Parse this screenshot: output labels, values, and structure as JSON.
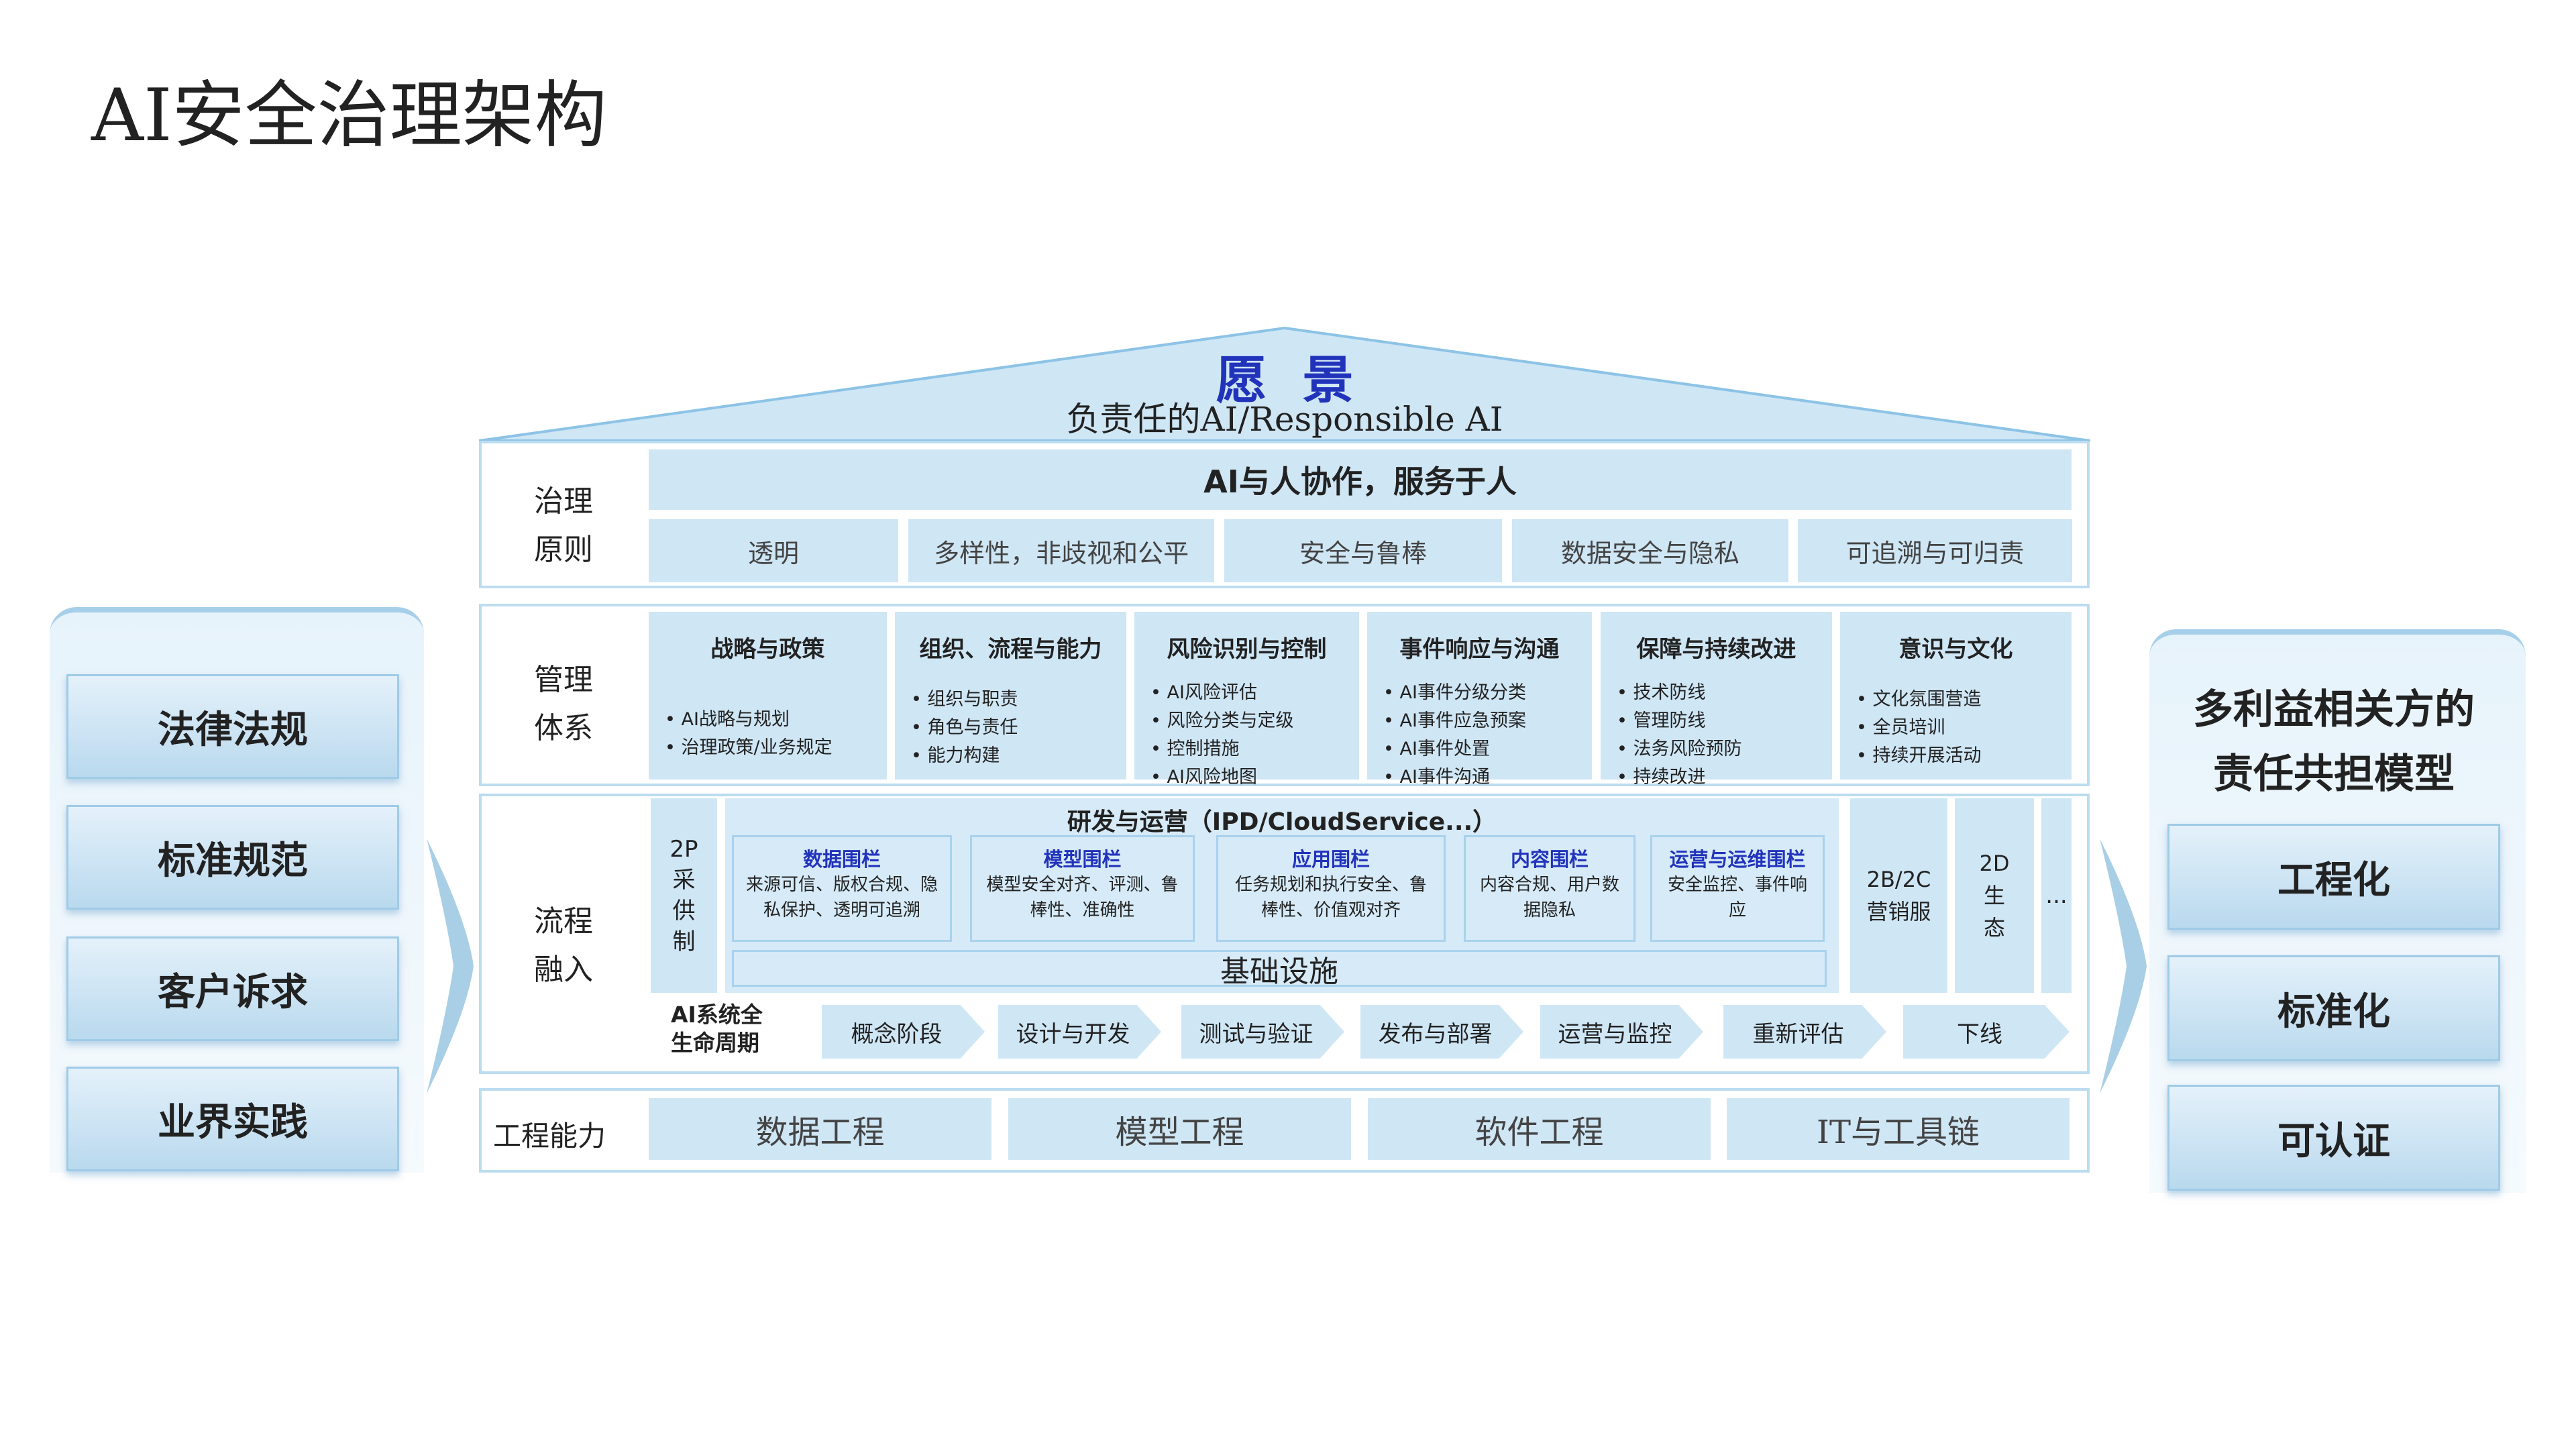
{
  "title": "AI安全治理架构",
  "vision": {
    "heading": "愿  景",
    "subtitle": "负责任的AI/Responsible AI"
  },
  "governance": {
    "label": "治理原则",
    "banner": "AI与人协作，服务于人",
    "principles": [
      "透明",
      "多样性，非歧视和公平",
      "安全与鲁棒",
      "数据安全与隐私",
      "可追溯与可归责"
    ]
  },
  "management": {
    "label": "管理体系",
    "columns": [
      {
        "title": "战略与政策",
        "items": [
          "AI战略与规划",
          "治理政策/业务规定"
        ]
      },
      {
        "title": "组织、流程与能力",
        "items": [
          "组织与职责",
          "角色与责任",
          "能力构建"
        ]
      },
      {
        "title": "风险识别与控制",
        "items": [
          "AI风险评估",
          "风险分类与定级",
          "控制措施",
          "AI风险地图"
        ]
      },
      {
        "title": "事件响应与沟通",
        "items": [
          "AI事件分级分类",
          "AI事件应急预案",
          "AI事件处置",
          "AI事件沟通"
        ]
      },
      {
        "title": "保障与持续改进",
        "items": [
          "技术防线",
          "管理防线",
          "法务风险预防",
          "持续改进"
        ]
      },
      {
        "title": "意识与文化",
        "items": [
          "文化氛围营造",
          "全员培训",
          "持续开展活动"
        ]
      }
    ]
  },
  "process": {
    "label": "流程融入",
    "supply": "2P采供制",
    "rd_title": "研发与运营（IPD/CloudService...）",
    "fences": [
      {
        "title": "数据围栏",
        "desc": "来源可信、版权合规、隐私保护、透明可追溯"
      },
      {
        "title": "模型围栏",
        "desc": "模型安全对齐、评测、鲁棒性、准确性"
      },
      {
        "title": "应用围栏",
        "desc": "任务规划和执行安全、鲁棒性、价值观对齐"
      },
      {
        "title": "内容围栏",
        "desc": "内容合规、用户数据隐私"
      },
      {
        "title": "运营与运维围栏",
        "desc": "安全监控、事件响应"
      }
    ],
    "infra": "基础设施",
    "marketing": "2B/2C营销服",
    "ecosystem": "2D生态",
    "more": "...",
    "lifecycle_label": "AI系统全生命周期",
    "stages": [
      "概念阶段",
      "设计与开发",
      "测试与验证",
      "发布与部署",
      "运营与监控",
      "重新评估",
      "下线"
    ]
  },
  "engineering": {
    "label": "工程能力",
    "items": [
      "数据工程",
      "模型工程",
      "软件工程",
      "IT与工具链"
    ]
  },
  "left": {
    "items": [
      "法律法规",
      "标准规范",
      "客户诉求",
      "业界实践"
    ]
  },
  "right": {
    "title": "多利益相关方的责任共担模型",
    "items": [
      "工程化",
      "标准化",
      "可认证"
    ]
  }
}
